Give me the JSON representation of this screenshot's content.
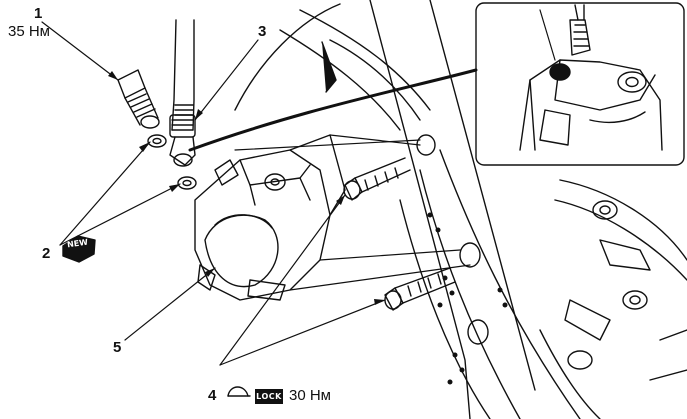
{
  "callouts": {
    "c1": {
      "number": "1",
      "torque": "35 Нм"
    },
    "c2": {
      "number": "2",
      "badge": "NEW"
    },
    "c3": {
      "number": "3"
    },
    "c4": {
      "number": "4",
      "badge": "LOCK",
      "torque": "30 Нм"
    },
    "c5": {
      "number": "5"
    }
  }
}
